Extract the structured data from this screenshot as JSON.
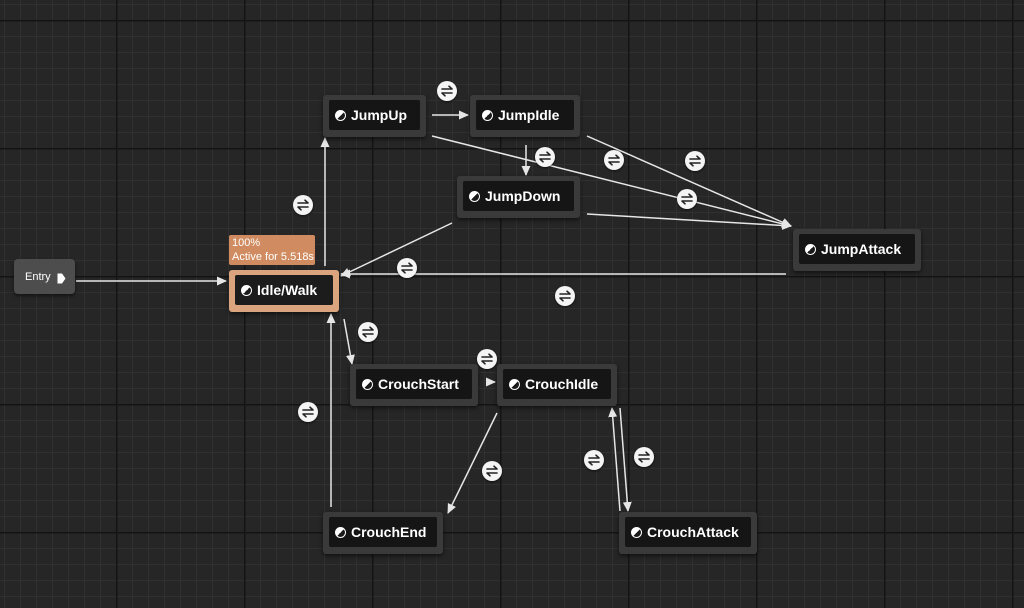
{
  "graph": {
    "entry": {
      "label": "Entry",
      "icon": "play-arrow-icon"
    },
    "active_state": {
      "weight": "100%",
      "duration": "Active for 5.518s"
    },
    "states": {
      "jump_up": "JumpUp",
      "jump_idle": "JumpIdle",
      "jump_down": "JumpDown",
      "jump_attack": "JumpAttack",
      "idle_walk": "Idle/Walk",
      "crouch_start": "CrouchStart",
      "crouch_idle": "CrouchIdle",
      "crouch_end": "CrouchEnd",
      "crouch_attack": "CrouchAttack"
    },
    "colors": {
      "background": "#262626",
      "wire": "#e6e6e6",
      "active_node": "#d9a47e",
      "active_tooltip": "#d08c60",
      "node": "#3a3a3a",
      "node_inner": "#151515"
    },
    "icons": {
      "state": "state-machine-icon",
      "transition": "transition-rule-icon"
    }
  }
}
